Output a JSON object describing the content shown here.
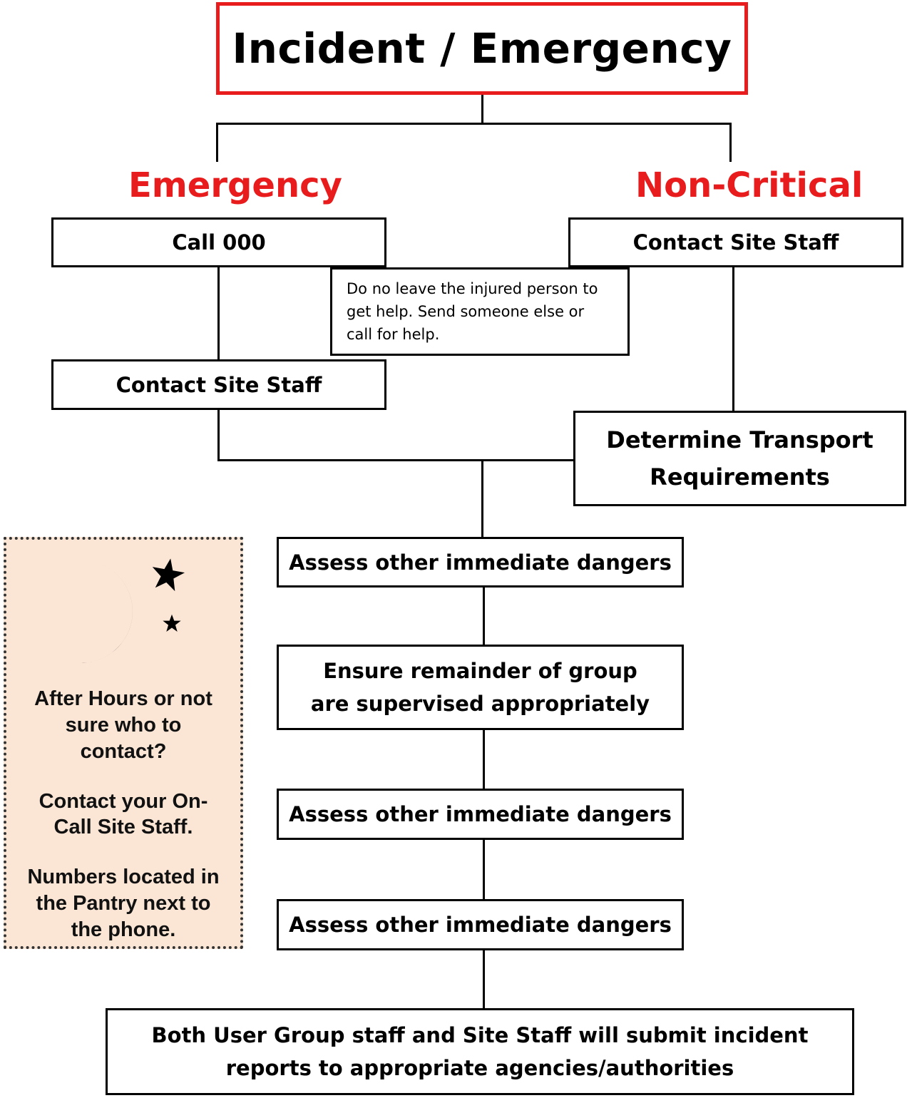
{
  "title": "Incident / Emergency",
  "branches": {
    "emergency": {
      "label": "Emergency",
      "steps": [
        "Call 000",
        "Contact Site Staff"
      ]
    },
    "non_critical": {
      "label": "Non-Critical",
      "steps": [
        "Contact Site Staff",
        "Determine Transport Requirements"
      ]
    }
  },
  "note": "Do no leave the injured person to get help. Send someone else or call for help.",
  "steps": [
    "Assess other immediate dangers",
    "Ensure remainder of group are supervised appropriately",
    "Assess other immediate dangers",
    "Assess other immediate dangers"
  ],
  "final_step": "Both User Group staff and Site Staff will submit incident reports to appropriate agencies/authorities",
  "after_hours": {
    "icon": "moon-and-stars-icon",
    "question": "After Hours or not sure who to contact?",
    "instruction": "Contact your On-Call Site Staff.",
    "location": "Numbers located in the Pantry next to the phone."
  },
  "colors": {
    "accent_red": "#e81c1c",
    "after_hours_bg": "#fbe6d6"
  }
}
